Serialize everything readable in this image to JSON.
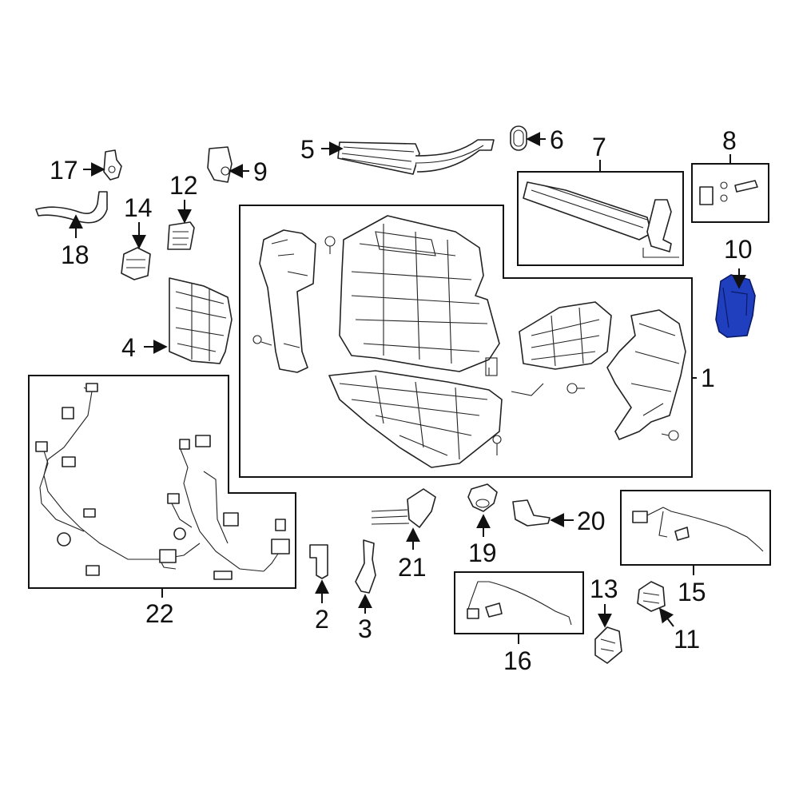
{
  "diagram": {
    "highlight_color": "#1f3fbf",
    "line_color": "#111111",
    "callouts": {
      "c1": "1",
      "c2": "2",
      "c3": "3",
      "c4": "4",
      "c5": "5",
      "c6": "6",
      "c7": "7",
      "c8": "8",
      "c9": "9",
      "c10": "10",
      "c11": "11",
      "c12": "12",
      "c13": "13",
      "c14": "14",
      "c15": "15",
      "c16": "16",
      "c17": "17",
      "c18": "18",
      "c19": "19",
      "c20": "20",
      "c21": "21",
      "c22": "22"
    },
    "highlighted_part": "10"
  }
}
